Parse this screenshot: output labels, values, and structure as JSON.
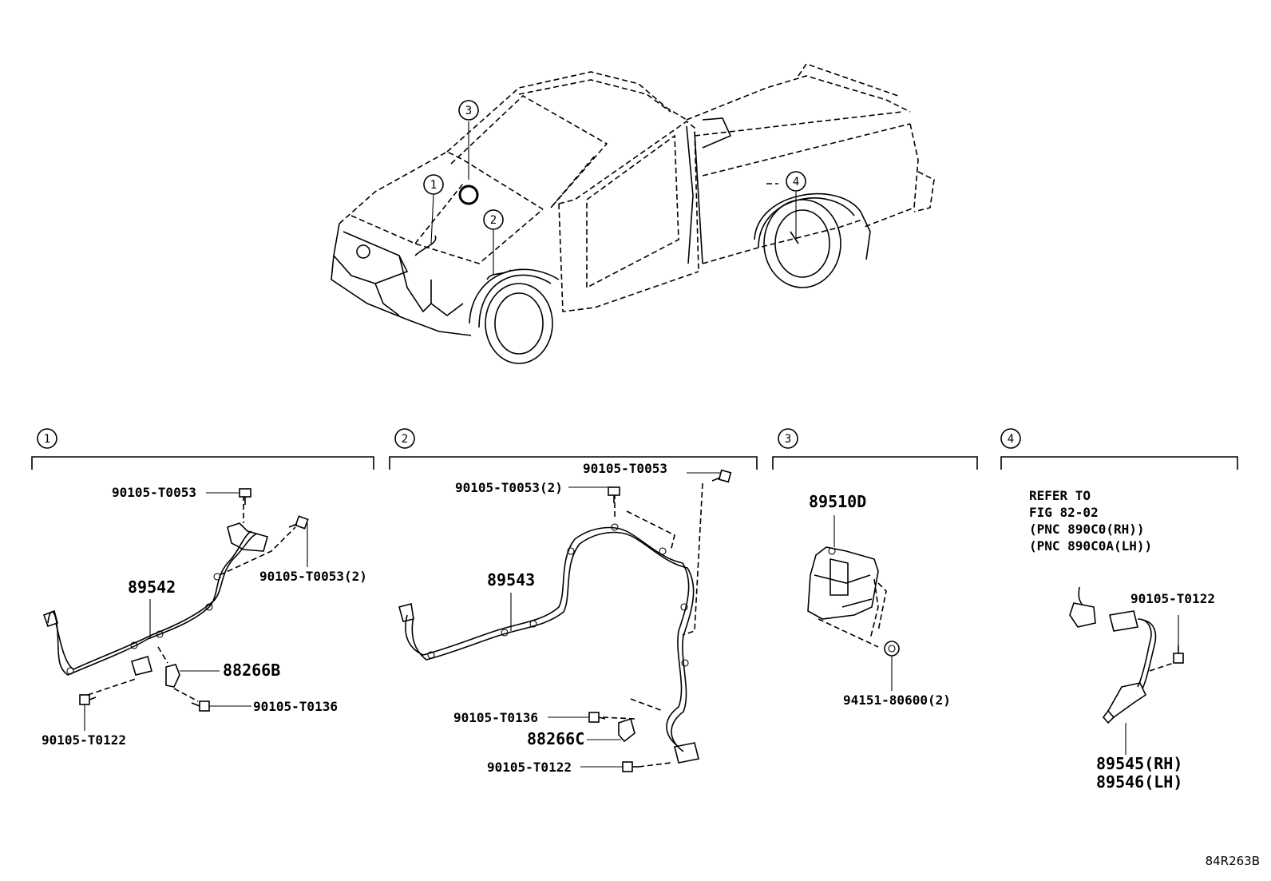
{
  "diagram": {
    "code": "84R263B",
    "callouts": [
      "1",
      "2",
      "3",
      "4"
    ],
    "section1": {
      "num": "1",
      "parts": {
        "bolt_top": "90105-T0053",
        "bolt_pair": "90105-T0053(2)",
        "sensor": "89542",
        "clamp": "88266B",
        "bolt_clamp": "90105-T0136",
        "bolt_bottom": "90105-T0122"
      }
    },
    "section2": {
      "num": "2",
      "parts": {
        "bolt_top_right": "90105-T0053",
        "bolt_pair": "90105-T0053(2)",
        "sensor": "89543",
        "bolt_clamp": "90105-T0136",
        "clamp": "88266C",
        "bolt_bottom": "90105-T0122"
      }
    },
    "section3": {
      "num": "3",
      "parts": {
        "module": "89510D",
        "nut": "94151-80600(2)"
      }
    },
    "section4": {
      "num": "4",
      "note": [
        "REFER TO",
        "FIG 82-02",
        "(PNC 890C0(RH))",
        "(PNC 890C0A(LH))"
      ],
      "parts": {
        "bolt": "90105-T0122",
        "sensor_rh": "89545(RH)",
        "sensor_lh": "89546(LH)"
      }
    }
  }
}
